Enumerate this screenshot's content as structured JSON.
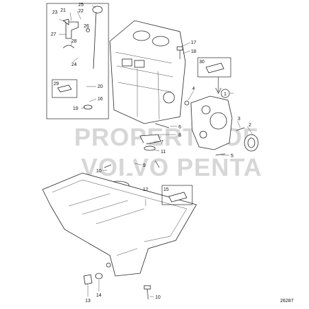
{
  "diagram": {
    "reference_number": "26287",
    "watermark_line1": "PROPERTY OF",
    "watermark_line2": "VOLVO PENTA",
    "part_labels": {
      "p1": "1",
      "p2": "2",
      "p3": "3",
      "p4": "4",
      "p5": "5",
      "p6": "6",
      "p7": "7",
      "p8": "8",
      "p9": "9",
      "p10a": "10",
      "p10b": "10",
      "p11": "11",
      "p12": "12",
      "p13": "13",
      "p14": "14",
      "p15": "15",
      "p16": "16",
      "p17": "17",
      "p18": "18",
      "p19": "19",
      "p20": "20",
      "p21": "21",
      "p22": "22",
      "p23": "23",
      "p24": "24",
      "p25": "25",
      "p26": "26",
      "p27": "27",
      "p28": "28",
      "p29": "29",
      "p30": "30"
    }
  }
}
